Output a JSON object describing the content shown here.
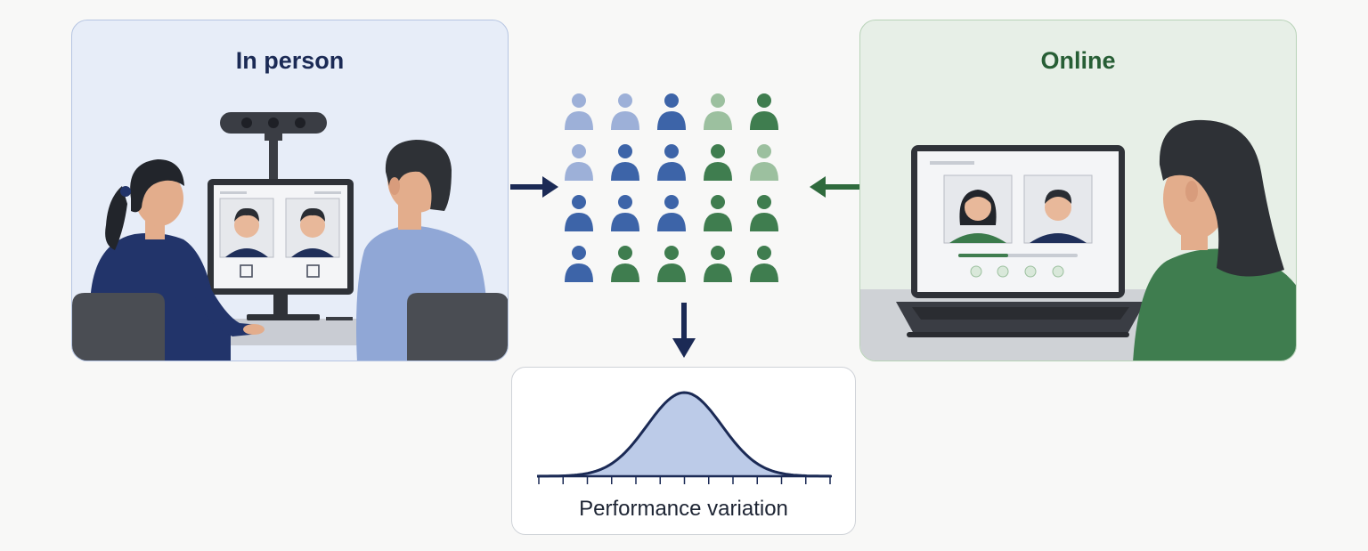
{
  "panels": {
    "in_person": {
      "title": "In person"
    },
    "online": {
      "title": "Online"
    }
  },
  "result": {
    "label": "Performance variation"
  },
  "colors": {
    "blue_dark": "#3d64a8",
    "blue_light": "#9db0d8",
    "green_dark": "#3f7d4f",
    "green_light": "#9cc09f",
    "navy": "#1b2a55",
    "green_arrow": "#2f6a3d"
  },
  "participant_grid": {
    "rows": [
      [
        "blue_light",
        "blue_light",
        "blue_dark",
        "green_light",
        "green_dark"
      ],
      [
        "blue_light",
        "blue_dark",
        "blue_dark",
        "green_dark",
        "green_light"
      ],
      [
        "blue_dark",
        "blue_dark",
        "blue_dark",
        "green_dark",
        "green_dark"
      ],
      [
        "blue_dark",
        "green_dark",
        "green_dark",
        "green_dark",
        "green_dark"
      ]
    ]
  },
  "icons": {
    "arrow_in_person": "arrow-right-icon",
    "arrow_online": "arrow-left-icon",
    "arrow_down": "arrow-down-icon",
    "person": "person-icon"
  }
}
